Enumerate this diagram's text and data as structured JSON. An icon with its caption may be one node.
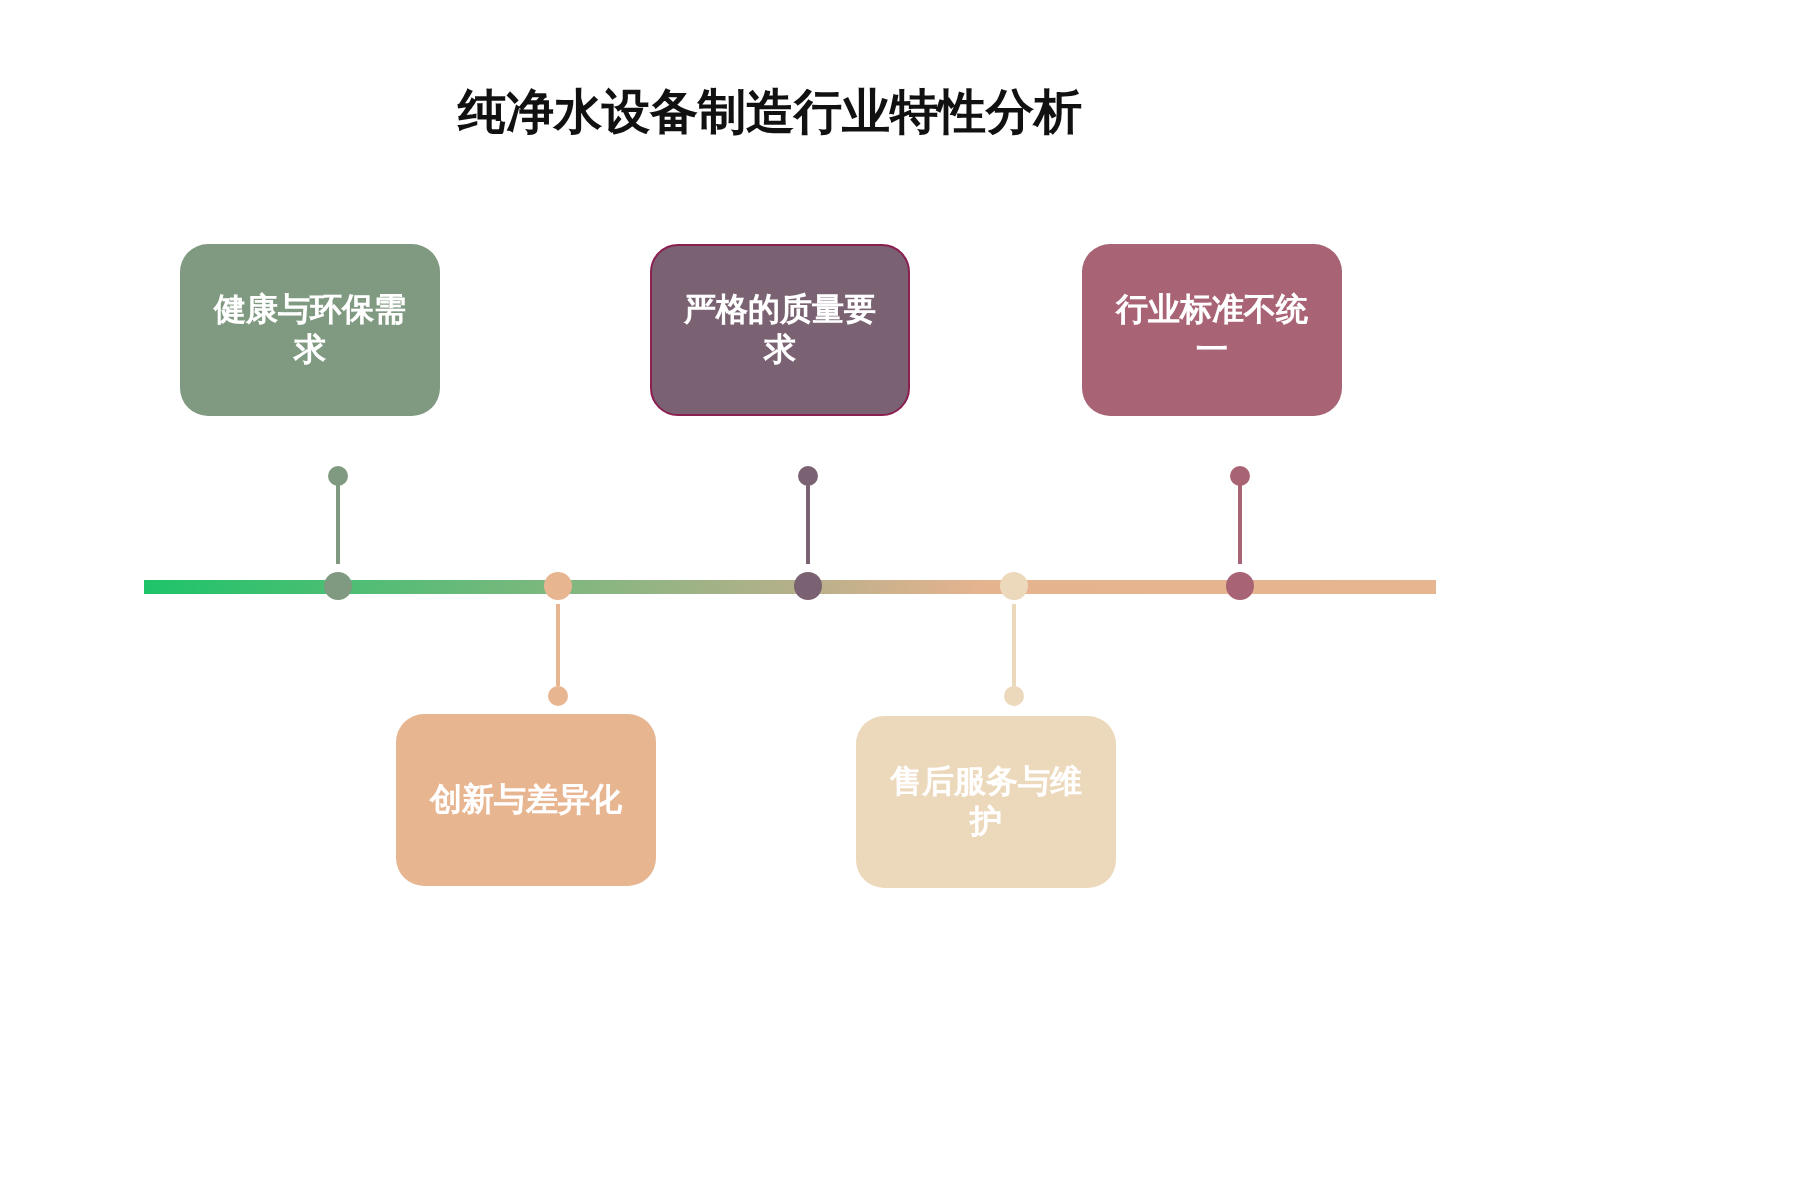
{
  "diagram": {
    "title": "纯净水设备制造行业特性分析",
    "nodes": [
      {
        "text": [
          "健康与环保需求"
        ]
      },
      {
        "text": [
          "创新与差异化"
        ]
      },
      {
        "text": [
          "严格的质量要求"
        ]
      },
      {
        "text": [
          "售后服务与维护"
        ]
      },
      {
        "text": [
          "行业标准不统一"
        ]
      }
    ]
  }
}
